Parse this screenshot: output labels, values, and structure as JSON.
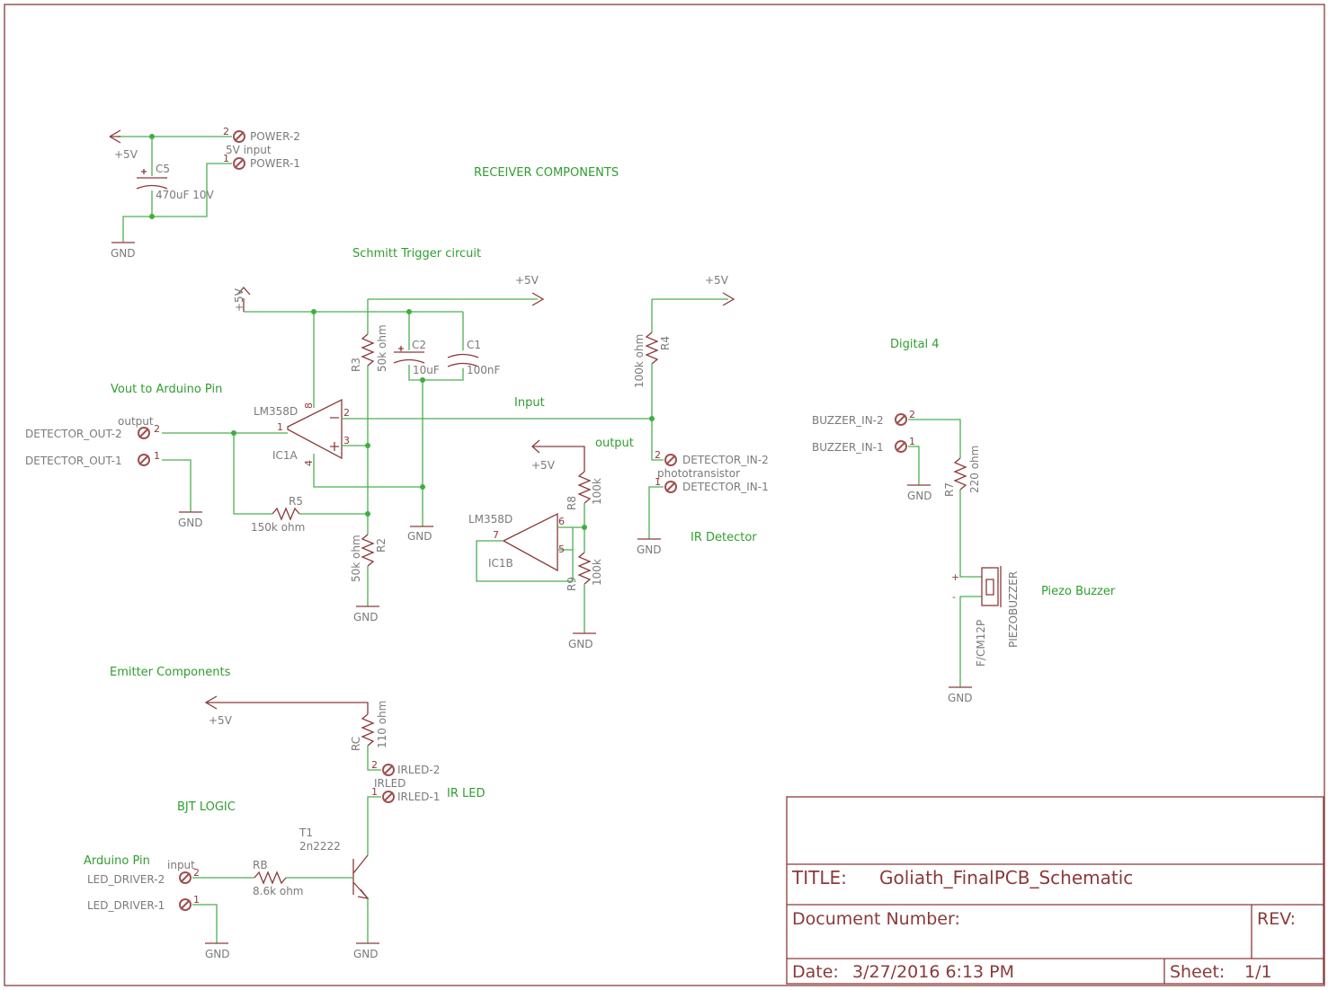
{
  "sections": {
    "receiver": "RECEIVER COMPONENTS",
    "schmitt": "Schmitt Trigger circuit",
    "emitter": "Emitter Components",
    "bjt": "BJT LOGIC",
    "vout": "Vout to Arduino Pin",
    "input": "Input",
    "output": "output",
    "ir_detector": "IR Detector",
    "digital4": "Digital 4",
    "piezo": "Piezo Buzzer",
    "ir_led": "IR LED",
    "arduino_pin": "Arduino Pin"
  },
  "labels": {
    "p5v": "+5V",
    "gnd": "GND",
    "power2": "POWER-2",
    "power1": "POWER-1",
    "five_v_input": "5V input",
    "c5": "C5",
    "c5_val": "470uF 10V",
    "c2": "C2",
    "c2_val": "10uF",
    "c1": "C1",
    "c1_val": "100nF",
    "r3": "R3",
    "r3_val": "50k ohm",
    "r4": "R4",
    "r4_val": "100k ohm",
    "r5": "R5",
    "r5_val": "150k ohm",
    "r2": "R2",
    "r2_val": "50k ohm",
    "r8": "R8",
    "r8_val": "100k",
    "r9": "R9",
    "r9_val": "100k",
    "r7": "R7",
    "r7_val": "220 ohm",
    "rc": "RC",
    "rc_val": "110 ohm",
    "rb": "RB",
    "rb_val": "8.6k ohm",
    "lm358": "LM358D",
    "ic1a": "IC1A",
    "ic1b": "IC1B",
    "det_out2": "DETECTOR_OUT-2",
    "det_out1": "DETECTOR_OUT-1",
    "output_small": "output",
    "det_in2": "DETECTOR_IN-2",
    "det_in1": "DETECTOR_IN-1",
    "phototransistor": "phototransistor",
    "buzzer_in2": "BUZZER_IN-2",
    "buzzer_in1": "BUZZER_IN-1",
    "piezobuzzer": "PIEZOBUZZER",
    "fcm12p": "F/CM12P",
    "irled2": "IRLED-2",
    "irled1": "IRLED-1",
    "irled": "IRLED",
    "t1": "T1",
    "t1_val": "2n2222",
    "led_drv2": "LED_DRIVER-2",
    "led_drv1": "LED_DRIVER-1",
    "input_small": "input",
    "n1": "1",
    "n2": "2",
    "n3": "3",
    "n4": "4",
    "n5": "5",
    "n6": "6",
    "n7": "7",
    "n8": "8",
    "plus": "+",
    "minus": "-"
  },
  "title_block": {
    "title_label": "TITLE:",
    "title": "Goliath_FinalPCB_Schematic",
    "doc_label": "Document Number:",
    "rev_label": "REV:",
    "date_label": "Date:",
    "date": "3/27/2016 6:13 PM",
    "sheet_label": "Sheet:",
    "sheet": "1/1"
  }
}
